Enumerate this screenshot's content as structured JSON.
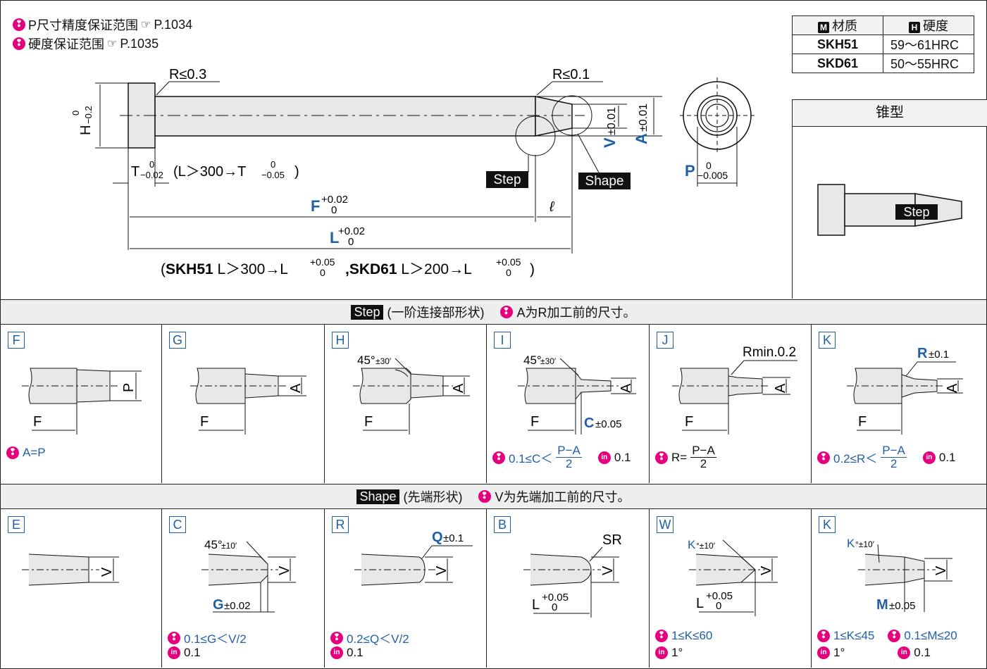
{
  "notes": [
    {
      "text": "P尺寸精度保证范围",
      "ref": "P.1034"
    },
    {
      "text": "硬度保证范围",
      "ref": "P.1035"
    }
  ],
  "material_table": {
    "header_material": "材质",
    "header_hardness": "硬度",
    "header_material_badge": "M",
    "header_hardness_badge": "H",
    "rows": [
      {
        "material": "SKH51",
        "hardness": "59～61HRC"
      },
      {
        "material": "SKD61",
        "hardness": "50～55HRC"
      }
    ]
  },
  "taper_box": {
    "title": "锥型",
    "step_tag": "Step"
  },
  "main_drawing": {
    "r03": "R≤0.3",
    "r01": "R≤0.1",
    "step_tag": "Step",
    "shape_tag": "Shape",
    "h_label": "H",
    "h_tol_upper": "0",
    "h_tol_lower": "−0.2",
    "t_label": "T",
    "t_tol_upper": "0",
    "t_tol_lower": "−0.02",
    "t_note_mid": "(L＞300→T",
    "t_note_tol_upper": "0",
    "t_note_tol_lower": "−0.05",
    "t_note_end": ")",
    "f_label": "F",
    "f_tol_upper": "+0.02",
    "f_tol_lower": "0",
    "l_label": "L",
    "l_tol_upper": "+0.02",
    "l_tol_lower": "0",
    "ell": "ℓ",
    "v_label": "V",
    "v_tol": "±0.01",
    "a_label": "A",
    "a_tol": "±0.01",
    "p_label": "P",
    "p_tol_upper": "0",
    "p_tol_lower": "−0.005",
    "bottom_open": "(",
    "bottom_skh": "SKH51",
    "bottom_skh_cond": " L＞300→L",
    "bottom_skh_tol_upper": "+0.05",
    "bottom_skh_tol_lower": "0",
    "bottom_sep": ",",
    "bottom_skd": "SKD61",
    "bottom_skd_cond": " L＞200→L",
    "bottom_skd_tol_upper": "+0.05",
    "bottom_skd_tol_lower": "0",
    "bottom_close": ")"
  },
  "step_band": {
    "tag": "Step",
    "text": "(一阶连接部形状)",
    "note": "A为R加工前的尺寸。"
  },
  "shape_band": {
    "tag": "Shape",
    "text": "(先端形状)",
    "note": "V为先端加工前的尺寸。"
  },
  "step_cells": [
    {
      "letter": "F",
      "dims": {
        "dim": "P",
        "len": "F"
      },
      "formula": "A=P"
    },
    {
      "letter": "G",
      "dims": {
        "dim": "A",
        "len": "F"
      }
    },
    {
      "letter": "H",
      "dims": {
        "dim": "A",
        "len": "F",
        "angle": "45°",
        "angle_tol": "±30′"
      }
    },
    {
      "letter": "I",
      "dims": {
        "dim": "A",
        "len": "F",
        "angle": "45°",
        "angle_tol": "±30′",
        "c": "C",
        "c_tol": "±0.05"
      },
      "formula_pre": "0.1≤C＜",
      "frac_num": "P−A",
      "frac_den": "2",
      "in_value": "0.1"
    },
    {
      "letter": "J",
      "dims": {
        "dim": "A",
        "len": "F",
        "rmin": "Rmin.0.2"
      },
      "formula_pre": "R=",
      "frac_num": "P−A",
      "frac_den": "2"
    },
    {
      "letter": "K",
      "dims": {
        "dim": "A",
        "len": "F",
        "r": "R",
        "r_tol": "±0.1"
      },
      "formula_pre": "0.2≤R＜",
      "frac_num": "P−A",
      "frac_den": "2",
      "in_value": "0.1"
    }
  ],
  "shape_cells": [
    {
      "letter": "E",
      "dims": {
        "dim": "V"
      }
    },
    {
      "letter": "C",
      "dims": {
        "dim": "V",
        "angle": "45°",
        "angle_tol": "±10′",
        "g": "G",
        "g_tol": "±0.02"
      },
      "formula": "0.1≤G＜V/2",
      "in_value": "0.1"
    },
    {
      "letter": "R",
      "dims": {
        "dim": "V",
        "q": "Q",
        "q_tol": "±0.1"
      },
      "formula": "0.2≤Q＜V/2",
      "in_value": "0.1"
    },
    {
      "letter": "B",
      "dims": {
        "dim": "V",
        "sr": "SR",
        "l": "L",
        "l_tol_upper": "+0.05",
        "l_tol_lower": "0"
      }
    },
    {
      "letter": "W",
      "dims": {
        "dim": "V",
        "k": "K",
        "k_tol": "°±10′",
        "l": "L",
        "l_tol_upper": "+0.05",
        "l_tol_lower": "0"
      },
      "formula": "1≤K≤60",
      "in_value": "1°"
    },
    {
      "letter": "K",
      "dims": {
        "dim": "V",
        "k": "K",
        "k_tol": "°±10′",
        "m": "M",
        "m_tol": "±0.05"
      },
      "formula": "1≤K≤45",
      "formula2": "0.1≤M≤20",
      "in_value": "1°",
      "in_value2": "0.1"
    }
  ],
  "colors": {
    "accent_blue": "#1f5fa8",
    "bulb_pink": "#e6007e",
    "tag_black": "#111111",
    "band_gray": "#eeeeee"
  }
}
